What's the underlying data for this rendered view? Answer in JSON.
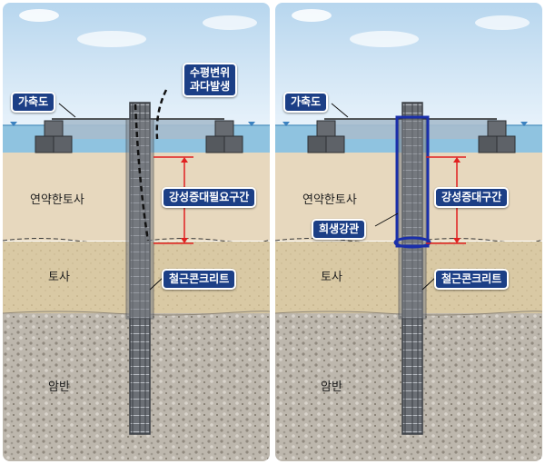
{
  "panels": [
    {
      "labels": {
        "temporary_fill": "가축도",
        "horizontal_displacement_l1": "수평변위",
        "horizontal_displacement_l2": "과다발생",
        "stiffening_zone": "강성증대필요구간",
        "soft_soil": "연약한토사",
        "soil": "토사",
        "bedrock": "암반",
        "reinforced_concrete": "철근콘크리트"
      }
    },
    {
      "labels": {
        "temporary_fill": "가축도",
        "stiffening_zone": "강성증대구간",
        "soft_soil": "연약한토사",
        "sacrificial_pipe": "희생강관",
        "soil": "토사",
        "bedrock": "암반",
        "reinforced_concrete": "철근콘크리트"
      }
    }
  ],
  "colors": {
    "sky": "#cfe4f4",
    "water": "#8fc3e0",
    "soft_soil": "#e6d7bd",
    "soil": "#d8c8a2",
    "bedrock": "#bcb6ac",
    "label_bg": "#1c3f86",
    "marker_red": "#e02020",
    "steel_pipe": "#1a2faa"
  }
}
